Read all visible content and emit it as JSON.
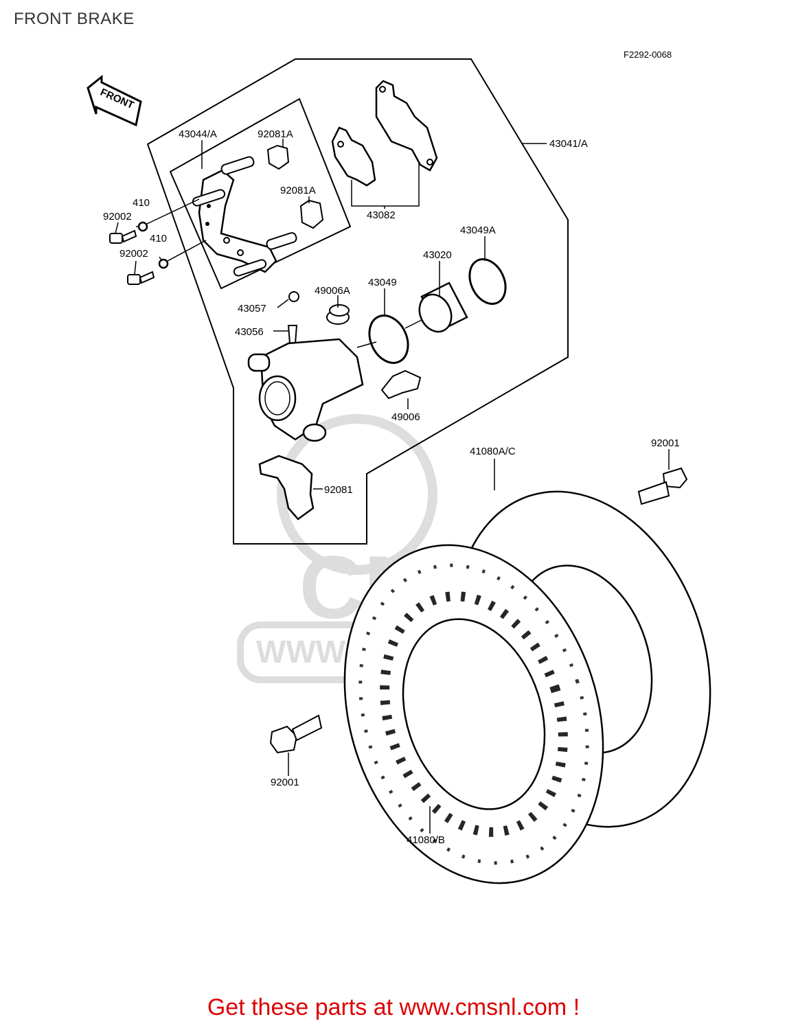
{
  "page": {
    "title": "FRONT BRAKE",
    "diagram_code": "F2292-0068",
    "footer": "Get these parts at www.cmsnl.com !"
  },
  "arrow": {
    "label": "FRONT"
  },
  "watermark": {
    "text": "WWW.CMSNL.COM",
    "letters": "CMS"
  },
  "parts": [
    {
      "id": "43044A",
      "label": "43044/A"
    },
    {
      "id": "92081A_1",
      "label": "92081A"
    },
    {
      "id": "92081A_2",
      "label": "92081A"
    },
    {
      "id": "43082",
      "label": "43082"
    },
    {
      "id": "43041A",
      "label": "43041/A"
    },
    {
      "id": "410_1",
      "label": "410"
    },
    {
      "id": "410_2",
      "label": "410"
    },
    {
      "id": "92002_1",
      "label": "92002"
    },
    {
      "id": "92002_2",
      "label": "92002"
    },
    {
      "id": "43049A",
      "label": "43049A"
    },
    {
      "id": "43020",
      "label": "43020"
    },
    {
      "id": "43049",
      "label": "43049"
    },
    {
      "id": "49006A",
      "label": "49006A"
    },
    {
      "id": "43057",
      "label": "43057"
    },
    {
      "id": "43056",
      "label": "43056"
    },
    {
      "id": "49006",
      "label": "49006"
    },
    {
      "id": "92081",
      "label": "92081"
    },
    {
      "id": "41080AC",
      "label": "41080A/C"
    },
    {
      "id": "92001_1",
      "label": "92001"
    },
    {
      "id": "92001_2",
      "label": "92001"
    },
    {
      "id": "41080B",
      "label": "41080/B"
    }
  ]
}
